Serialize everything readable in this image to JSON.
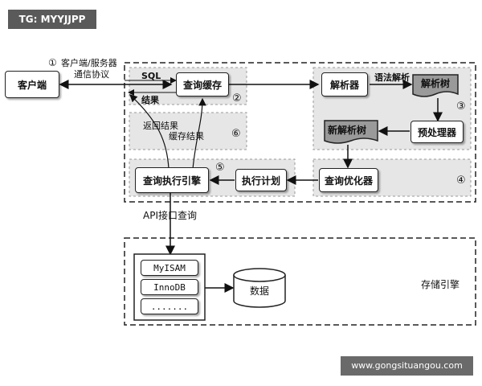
{
  "badge": "TG: MYYJJPP",
  "watermark": "www.gongsituangou.com",
  "client": "客户端",
  "steps": {
    "s1": "①",
    "s2": "②",
    "s3": "③",
    "s4": "④",
    "s5": "⑤",
    "s6": "⑥"
  },
  "protocol": {
    "line1": "客户端/服务器",
    "line2": "通信协议"
  },
  "edges": {
    "sql": "SQL",
    "result": "结果",
    "return_result": "返回结果",
    "cache_result": "缓存结果",
    "syntax_parse": "语法解析",
    "api": "API接口查询"
  },
  "nodes": {
    "query_cache": "查询缓存",
    "parser": "解析器",
    "parse_tree": "解析树",
    "preprocessor": "预处理器",
    "new_parse_tree": "新解析树",
    "optimizer": "查询优化器",
    "exec_plan": "执行计划",
    "exec_engine": "查询执行引擎"
  },
  "storage": {
    "label": "存储引擎",
    "engines": [
      "MyISAM",
      "InnoDB",
      "......."
    ],
    "data": "数据"
  }
}
